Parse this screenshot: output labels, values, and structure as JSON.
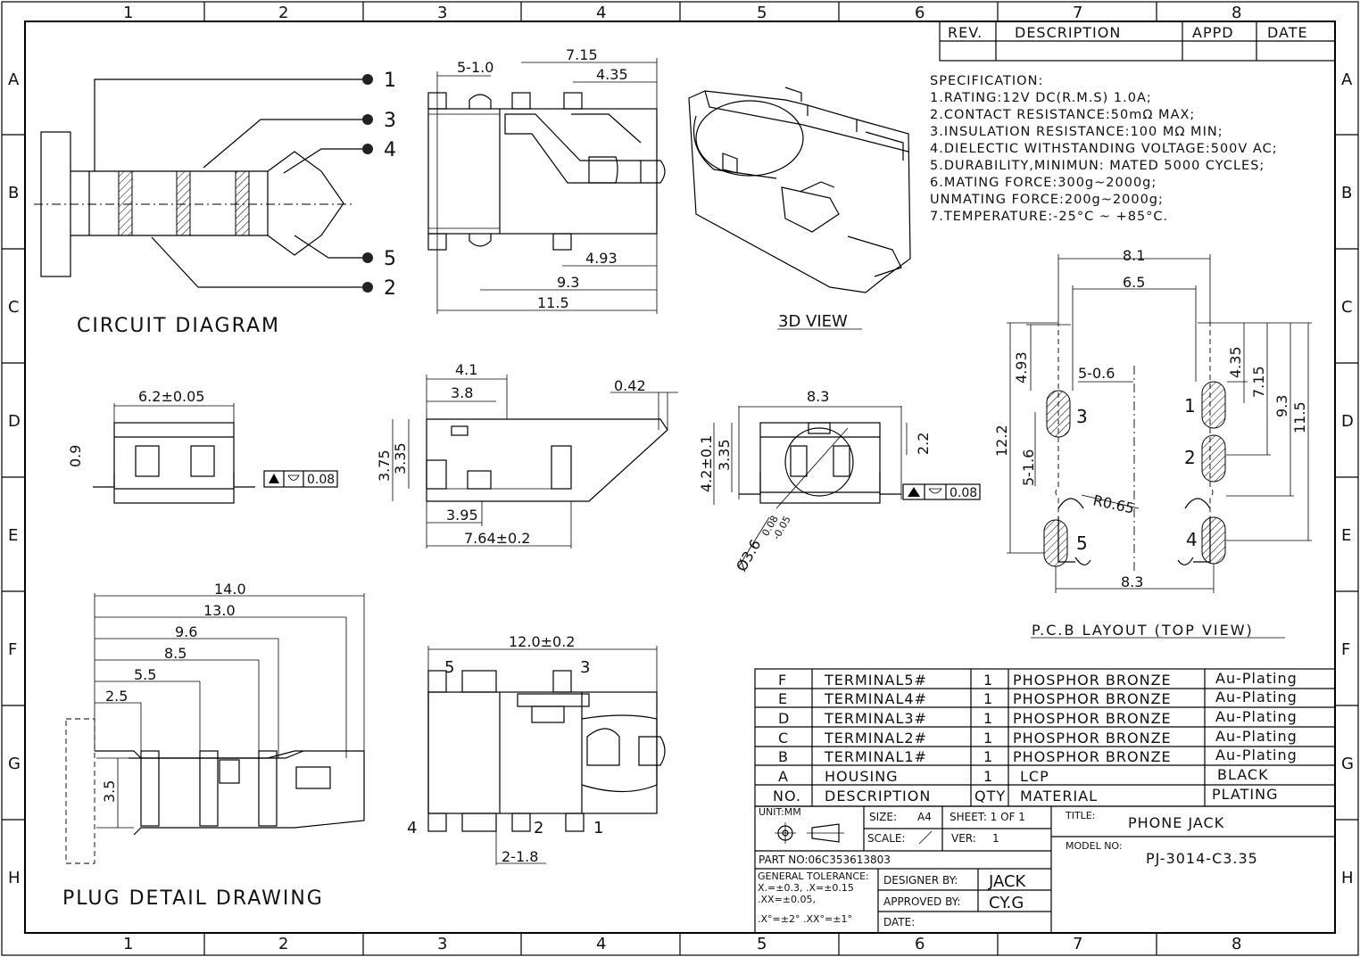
{
  "grid": {
    "columns": [
      "1",
      "2",
      "3",
      "4",
      "5",
      "6",
      "7",
      "8"
    ],
    "rows": [
      "A",
      "B",
      "C",
      "D",
      "E",
      "F",
      "G",
      "H"
    ]
  },
  "revision_table": {
    "headers": [
      "REV.",
      "DESCRIPTION",
      "APPD",
      "DATE"
    ]
  },
  "specification": {
    "title": "SPECIFICATION:",
    "lines": [
      "1.RATING:12V  DC(R.M.S) 1.0A;",
      "2.CONTACT  RESISTANCE:50mΩ  MAX;",
      "3.INSULATION  RESISTANCE:100  MΩ  MIN;",
      "4.DIELECTIC  WITHSTANDING  VOLTAGE:500V  AC;",
      "5.DURABILITY,MINIMUN: MATED  5000  CYCLES;",
      "6.MATING  FORCE:300g~2000g;",
      " UNMATING  FORCE:200g~2000g;",
      "7.TEMPERATURE:-25°C  ~  +85°C."
    ]
  },
  "views": {
    "circuit_diagram": "CIRCUIT  DIAGRAM",
    "view_3d": "3D  VIEW",
    "pcb_layout": "P.C.B  LAYOUT  (TOP  VIEW)",
    "plug_detail": "PLUG  DETAIL  DRAWING"
  },
  "circuit_pins": [
    "1",
    "3",
    "4",
    "5",
    "2"
  ],
  "dimensions": {
    "top_view": [
      "5-1.0",
      "7.15",
      "4.35",
      "4.93",
      "9.3",
      "11.5"
    ],
    "front_view": [
      "6.2±0.05",
      "0.9",
      "0.08"
    ],
    "side_view": [
      "4.1",
      "3.8",
      "0.42",
      "3.75",
      "3.35",
      "3.95",
      "7.64±0.2"
    ],
    "end_view": [
      "8.3",
      "2.2",
      "4.2±0.1",
      "3.35",
      "0.08"
    ],
    "end_view_diameter": {
      "base": "Ø3.6",
      "upper": "0.08",
      "lower": "-0.05"
    },
    "pcb": [
      "8.1",
      "6.5",
      "4.93",
      "5-0.6",
      "12.2",
      "5-1.6",
      "R0.65",
      "4.35",
      "7.15",
      "9.3",
      "11.5",
      "8.3"
    ],
    "pcb_pins": [
      "3",
      "1",
      "2",
      "5",
      "4"
    ],
    "plug": [
      "14.0",
      "13.0",
      "9.6",
      "8.5",
      "5.5",
      "2.5",
      "3.5"
    ],
    "bottom_view": [
      "12.0±0.2",
      "2-1.8"
    ],
    "bottom_pins": [
      "5",
      "3",
      "4",
      "2",
      "1"
    ]
  },
  "bom": {
    "rows": [
      {
        "no": "F",
        "desc": "TERMINAL5#",
        "qty": "1",
        "material": "PHOSPHOR  BRONZE",
        "plating": "Au-Plating"
      },
      {
        "no": "E",
        "desc": "TERMINAL4#",
        "qty": "1",
        "material": "PHOSPHOR  BRONZE",
        "plating": "Au-Plating"
      },
      {
        "no": "D",
        "desc": "TERMINAL3#",
        "qty": "1",
        "material": "PHOSPHOR  BRONZE",
        "plating": "Au-Plating"
      },
      {
        "no": "C",
        "desc": "TERMINAL2#",
        "qty": "1",
        "material": "PHOSPHOR  BRONZE",
        "plating": "Au-Plating"
      },
      {
        "no": "B",
        "desc": "TERMINAL1#",
        "qty": "1",
        "material": "PHOSPHOR  BRONZE",
        "plating": "Au-Plating"
      },
      {
        "no": "A",
        "desc": "HOUSING",
        "qty": "1",
        "material": "LCP",
        "plating": "BLACK"
      }
    ],
    "header": {
      "no": "NO.",
      "desc": "DESCRIPTION",
      "qty": "QTY",
      "material": "MATERIAL",
      "plating": "PLATING"
    }
  },
  "title_block": {
    "unit": "UNIT:MM",
    "size_label": "SIZE:",
    "size_value": "A4",
    "sheet": "SHEET: 1  OF  1",
    "scale_label": "SCALE:",
    "ver_label": "VER:",
    "ver_value": "1",
    "title_label": "TITLE:",
    "title_value": "PHONE  JACK",
    "model_label": "MODEL NO:",
    "model_value": "PJ-3014-C3.35",
    "part_no": "PART NO:06C353613803",
    "tolerance_title": "GENERAL  TOLERANCE:",
    "tolerance_1": "X.=±0.3,      .X=±0.15",
    "tolerance_2": ".XX=±0.05,",
    "tolerance_3": ".X°=±2°  .XX°=±1°",
    "designer_label": "DESIGNER BY:",
    "designer": "JACK",
    "approved_label": "APPROVED BY:",
    "approved": "CY.G",
    "date_label": "DATE:"
  }
}
